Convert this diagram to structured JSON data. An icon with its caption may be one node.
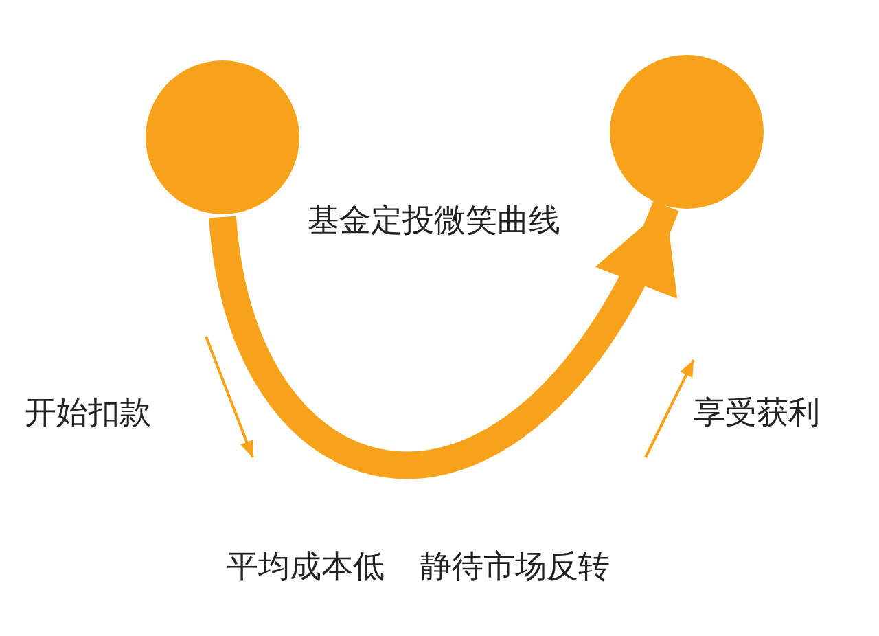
{
  "diagram": {
    "title": "基金定投微笑曲线",
    "nodes": [
      {
        "text": [],
        "shape": "circle"
      },
      {
        "text": [],
        "shape": "circle"
      }
    ],
    "edges": [
      {
        "from": 0,
        "to": 1,
        "arrow": "to"
      }
    ],
    "labels": [
      "开始扣款",
      "享受获利",
      "平均成本低",
      "静待市场反转"
    ]
  }
}
